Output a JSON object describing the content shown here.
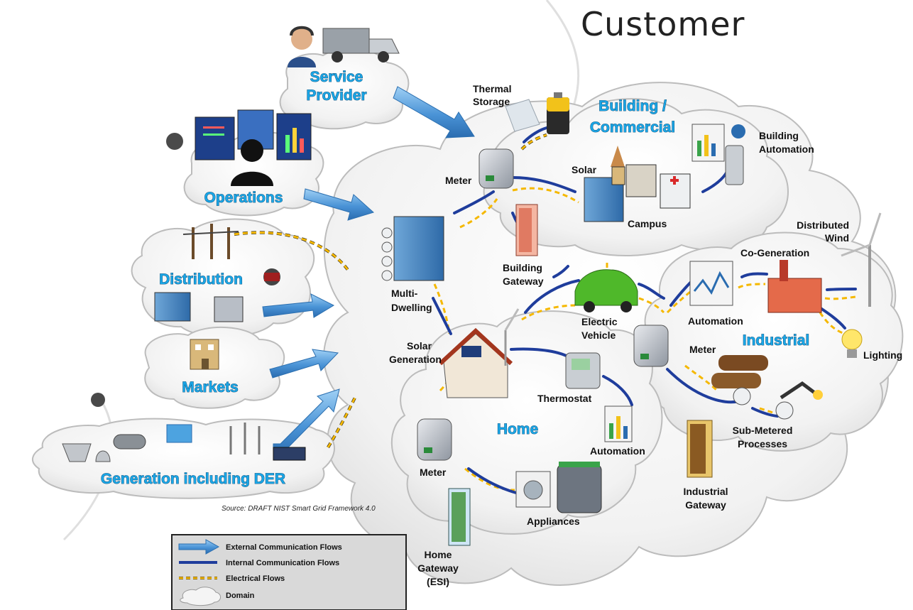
{
  "title": "Customer",
  "source": "Source:  DRAFT NIST Smart Grid Framework 4.0",
  "domains": {
    "service_provider": [
      "Service",
      "Provider"
    ],
    "operations": "Operations",
    "distribution": "Distribution",
    "markets": "Markets",
    "generation": "Generation including DER",
    "building": [
      "Building /",
      "Commercial"
    ],
    "industrial": "Industrial",
    "home": "Home"
  },
  "labels": {
    "thermal_storage": [
      "Thermal",
      "Storage"
    ],
    "building_automation": [
      "Building",
      "Automation"
    ],
    "meter_building": "Meter",
    "solar_building": "Solar",
    "campus": "Campus",
    "multi_dwelling": [
      "Multi-",
      "Dwelling"
    ],
    "building_gateway": [
      "Building",
      "Gateway"
    ],
    "distributed_wind": [
      "Distributed",
      "Wind"
    ],
    "co_generation": "Co-Generation",
    "automation_industrial": "Automation",
    "meter_industrial": "Meter",
    "lighting": "Lighting",
    "electric_vehicle": [
      "Electric",
      "Vehicle"
    ],
    "solar_generation": [
      "Solar",
      "Generation"
    ],
    "thermostat": "Thermostat",
    "automation_home": "Automation",
    "meter_home": "Meter",
    "appliances": "Appliances",
    "sub_metered": [
      "Sub-Metered",
      "Processes"
    ],
    "industrial_gateway": [
      "Industrial",
      "Gateway"
    ],
    "home_gateway": [
      "Home",
      "Gateway",
      "(ESI)"
    ]
  },
  "legend": {
    "items": [
      {
        "icon": "external-flow-arrow-icon",
        "label": "External Communication Flows"
      },
      {
        "icon": "internal-flow-line-icon",
        "label": "Internal Communication Flows"
      },
      {
        "icon": "electrical-flow-dash-icon",
        "label": "Electrical Flows"
      },
      {
        "icon": "domain-cloud-icon",
        "label": "Domain"
      }
    ]
  },
  "colors": {
    "domain_label": "#1aa6e6",
    "internal_flow": "#1f3d9c",
    "electrical_flow": "#f5b800",
    "external_flow": "#4a93d6"
  }
}
